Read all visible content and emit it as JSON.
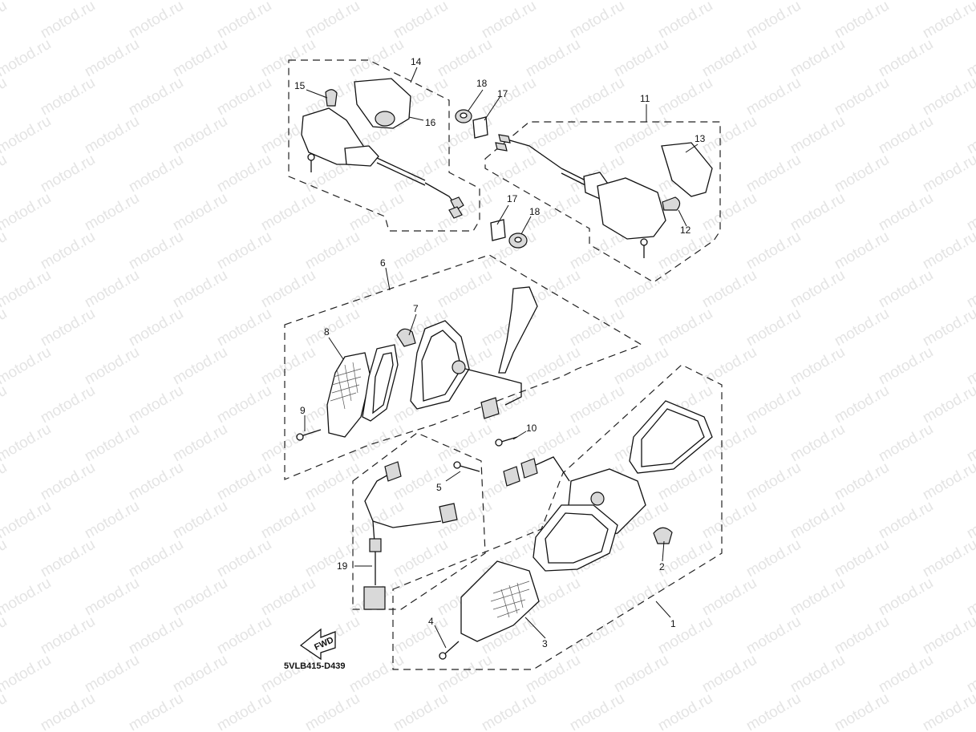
{
  "watermark": "motod.ru",
  "diagram_code": "5VLB415-D439",
  "fwd_label": "FWD",
  "callouts": {
    "c1": "1",
    "c2": "2",
    "c3": "3",
    "c4": "4",
    "c5": "5",
    "c6": "6",
    "c7": "7",
    "c8": "8",
    "c9": "9",
    "c10": "10",
    "c11": "11",
    "c12": "12",
    "c13": "13",
    "c14": "14",
    "c15": "15",
    "c16": "16",
    "c17a": "17",
    "c17b": "17",
    "c18a": "18",
    "c18b": "18",
    "c19": "19"
  }
}
